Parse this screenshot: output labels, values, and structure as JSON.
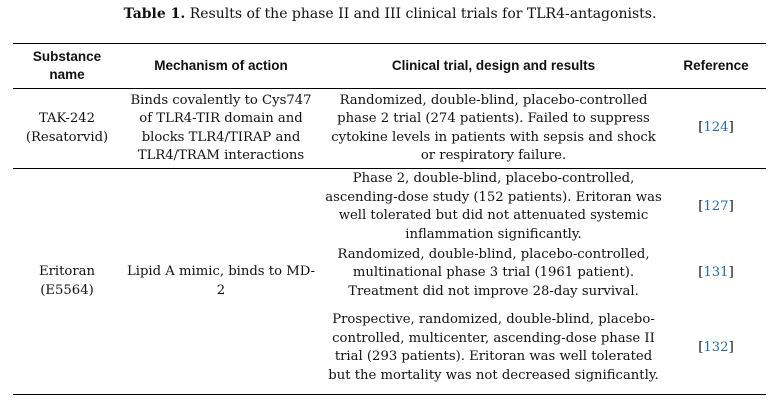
{
  "caption": {
    "label": "Table 1.",
    "text": "Results of the phase II and III clinical trials for TLR4-antagonists."
  },
  "headers": {
    "substance": "Substance name",
    "mechanism": "Mechanism of action",
    "trial": "Clinical trial, design and results",
    "reference": "Reference"
  },
  "rows": [
    {
      "substance": "TAK-242 (Resatorvid)",
      "mechanism": "Binds covalently to Cys747 of TLR4-TIR domain and blocks TLR4/TIRAP and TLR4/TRAM interactions",
      "trials": [
        {
          "text": "Randomized, double-blind, placebo-controlled phase 2 trial (274 patients). Failed to suppress cytokine levels in patients with sepsis and shock or respiratory failure.",
          "ref": "124"
        }
      ]
    },
    {
      "substance": "Eritoran (E5564)",
      "mechanism": "Lipid A mimic, binds to MD-2",
      "trials": [
        {
          "text": "Phase 2, double-blind, placebo-controlled, ascending-dose study (152 patients). Eritoran was well tolerated but did not attenuated systemic inflammation significantly.",
          "ref": "127"
        },
        {
          "text": "Randomized, double-blind, placebo-controlled, multinational phase 3 trial (1961 patient). Treatment did not improve 28-day survival.",
          "ref": "131"
        },
        {
          "text": "Prospective, randomized, double-blind, placebo-controlled, multicenter, ascending-dose phase II trial (293 patients). Eritoran was well tolerated but the mortality was not decreased significantly.",
          "ref": "132"
        }
      ]
    }
  ],
  "colors": {
    "link": "#1f6fb2",
    "text": "#111111"
  }
}
